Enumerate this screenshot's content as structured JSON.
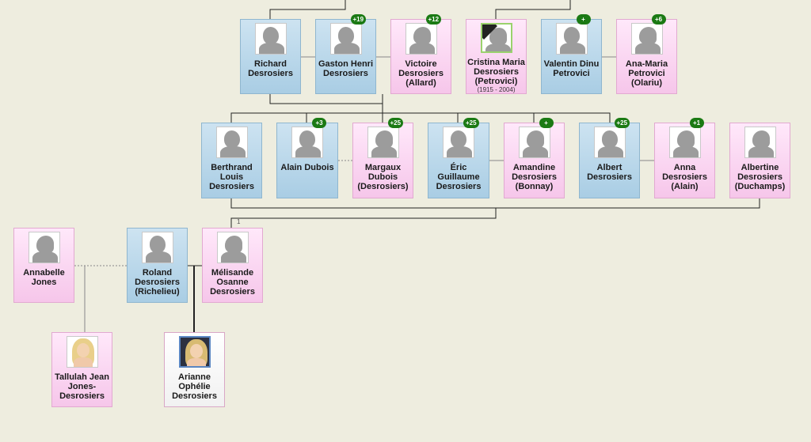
{
  "people": [
    {
      "id": "richard",
      "name": "Richard\nDesrosiers",
      "gender": "male",
      "badge": ""
    },
    {
      "id": "gaston",
      "name": "Gaston Henri\nDesrosiers",
      "gender": "male",
      "badge": "+19"
    },
    {
      "id": "victoire",
      "name": "Victoire\nDesrosiers\n(Allard)",
      "gender": "female",
      "badge": "+12"
    },
    {
      "id": "cristina",
      "name": "Cristina Maria\nDesrosiers\n(Petrovici)",
      "gender": "female",
      "badge": "",
      "dates": "(1915 - 2004)",
      "deceased": true
    },
    {
      "id": "valentin",
      "name": "Valentin Dinu\nPetrovici",
      "gender": "male",
      "badge": "+"
    },
    {
      "id": "anamaria",
      "name": "Ana-Maria\nPetrovici\n(Olariu)",
      "gender": "female",
      "badge": "+6"
    },
    {
      "id": "berthrand",
      "name": "Berthrand\nLouis\nDesrosiers",
      "gender": "male",
      "badge": ""
    },
    {
      "id": "alain",
      "name": "Alain Dubois",
      "gender": "male",
      "badge": "+3"
    },
    {
      "id": "margaux",
      "name": "Margaux\nDubois\n(Desrosiers)",
      "gender": "female",
      "badge": "+25"
    },
    {
      "id": "eric",
      "name": "Éric Guillaume\nDesrosiers",
      "gender": "male",
      "badge": "+25"
    },
    {
      "id": "amandine",
      "name": "Amandine\nDesrosiers\n(Bonnay)",
      "gender": "female",
      "badge": "+"
    },
    {
      "id": "albert",
      "name": "Albert\nDesrosiers",
      "gender": "male",
      "badge": "+25"
    },
    {
      "id": "anna",
      "name": "Anna\nDesrosiers\n(Alain)",
      "gender": "female",
      "badge": "+1"
    },
    {
      "id": "albertine",
      "name": "Albertine\nDesrosiers\n(Duchamps)",
      "gender": "female",
      "badge": ""
    },
    {
      "id": "annabelle",
      "name": "Annabelle\nJones",
      "gender": "female",
      "badge": ""
    },
    {
      "id": "roland",
      "name": "Roland\nDesrosiers\n(Richelieu)",
      "gender": "male",
      "badge": ""
    },
    {
      "id": "melisande",
      "name": "Mélisande\nOsanne\nDesrosiers",
      "gender": "female",
      "badge": ""
    },
    {
      "id": "tallulah",
      "name": "Tallulah Jean\nJones-\nDesrosiers",
      "gender": "female",
      "badge": "",
      "photo": "real"
    },
    {
      "id": "arianne",
      "name": "Arianne\nOphélie\nDesrosiers",
      "gender": "self",
      "badge": "",
      "photo": "real-dark"
    }
  ],
  "markers": {
    "child_count": "1"
  }
}
